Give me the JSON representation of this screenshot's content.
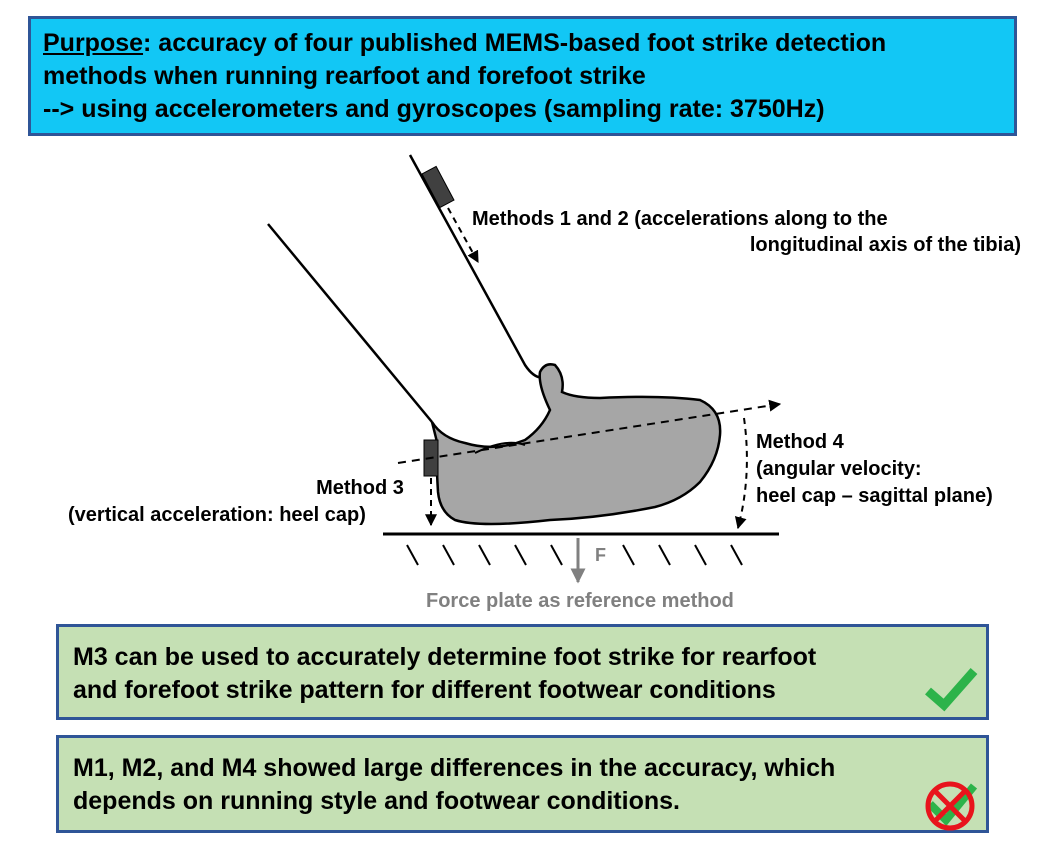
{
  "purpose": {
    "label": "Purpose",
    "line1_rest": ": accuracy of four published MEMS-based foot strike detection",
    "line2": "methods when running rearfoot and forefoot strike",
    "line3": "--> using accelerometers and gyroscopes (sampling rate: 3750Hz)"
  },
  "diagram": {
    "methods12": {
      "line1": "Methods 1 and 2 (accelerations along to the",
      "line2": "longitudinal axis of the tibia)"
    },
    "method3": {
      "line1": "Method 3",
      "line2": "(vertical acceleration: heel cap)"
    },
    "method4": {
      "line1": "Method 4",
      "line2": "(angular velocity:",
      "line3": "heel cap – sagittal plane)"
    },
    "force_label": "F",
    "force_plate": "Force plate as reference method"
  },
  "results": {
    "m3": {
      "line1": "M3 can be used to accurately determine foot strike for rearfoot",
      "line2": "and forefoot strike pattern for different footwear conditions",
      "icon": "check-icon"
    },
    "m124": {
      "line1": "M1, M2, and M4 showed large differences in the accuracy, which",
      "line2": "depends on running style and footwear conditions.",
      "icon": "crossed-check-icon"
    }
  },
  "colors": {
    "purpose_bg": "#12c7f5",
    "border": "#2f5597",
    "result_bg": "#c5e0b4",
    "foot": "#a6a6a6",
    "sensor": "#404040",
    "check": "#2db34a",
    "prohibit": "#e8141c",
    "force": "#808080"
  }
}
